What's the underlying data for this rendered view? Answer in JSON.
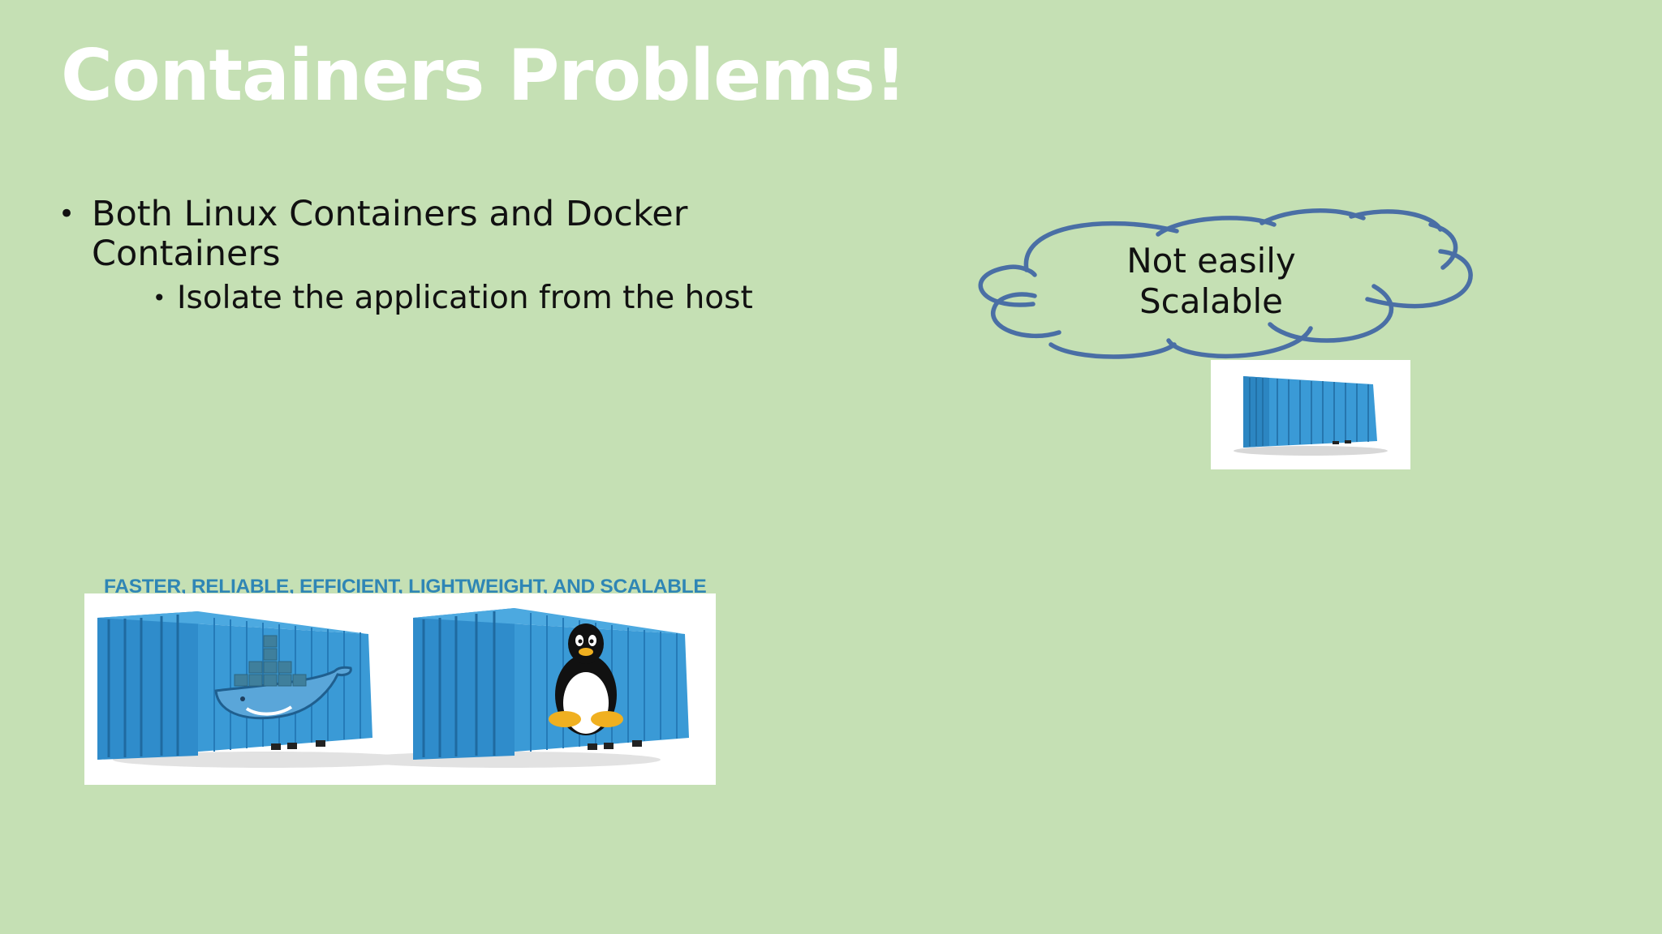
{
  "slide": {
    "title": "Containers Problems!",
    "bullets": {
      "level1": "Both Linux Containers and Docker Containers",
      "level2": "Isolate the application from the host"
    },
    "caption": "FASTER, RELIABLE, EFFICIENT, LIGHTWEIGHT, AND SCALABLE",
    "callout": {
      "line1": "Not easily",
      "line2": "Scalable"
    },
    "colors": {
      "background": "#c5e0b4",
      "title": "#ffffff",
      "caption": "#2f86b5",
      "container_blue": "#3a9ad6",
      "cloud_outline": "#4a6fa5"
    },
    "images": {
      "left_container_icon": "docker-whale-icon",
      "right_container_icon": "linux-penguin-icon",
      "small_container_icon": "shipping-container-icon"
    }
  }
}
